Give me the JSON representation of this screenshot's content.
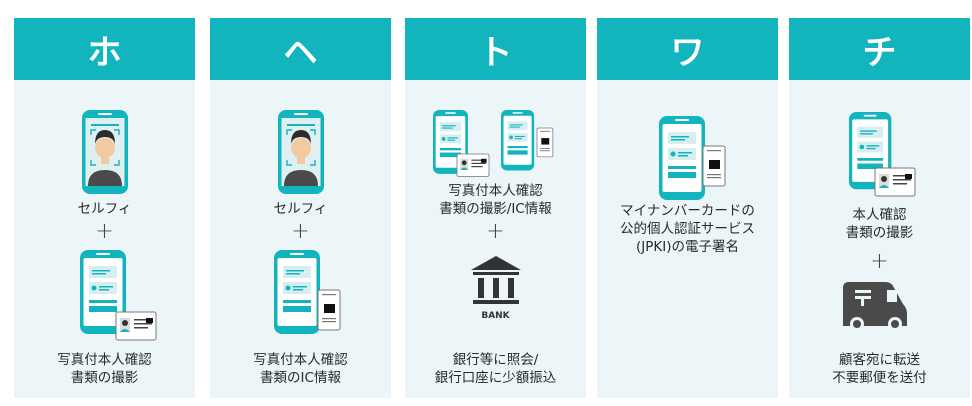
{
  "columns": [
    {
      "header": "ホ",
      "top_caption": "セルフィ",
      "bottom_caption": "写真付本人確認\n書類の撮影",
      "icons": [
        "phone-selfie-icon",
        "phone-id-card-icon"
      ]
    },
    {
      "header": "ヘ",
      "top_caption": "セルフィ",
      "bottom_caption": "写真付本人確認\n書類のIC情報",
      "icons": [
        "phone-selfie-icon",
        "phone-ic-card-icon"
      ]
    },
    {
      "header": "ト",
      "top_caption": "写真付本人確認\n書類の撮影/IC情報",
      "bottom_caption": "銀行等に照会/\n銀行口座に少額振込",
      "bank_label": "BANK",
      "icons": [
        "phone-id-card-icon",
        "phone-ic-card-icon",
        "bank-icon"
      ]
    },
    {
      "header": "ワ",
      "top_caption": "マイナンバーカードの\n公的個人認証サービス\n(JPKI)の電子署名",
      "icons": [
        "phone-ic-card-icon"
      ]
    },
    {
      "header": "チ",
      "top_caption": "本人確認\n書類の撮影",
      "bottom_caption": "顧客宛に転送\n不要郵便を送付",
      "icons": [
        "phone-id-card-icon",
        "postal-truck-icon"
      ]
    }
  ],
  "plus_sign": "+",
  "colors": {
    "header_bg": "#12b5bd",
    "panel_bg": "#ecf5f7",
    "phone_green": "#12b5bd"
  }
}
